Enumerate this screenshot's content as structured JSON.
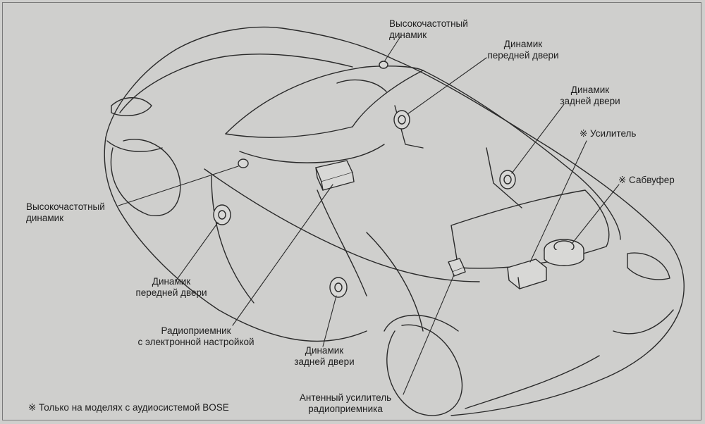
{
  "labels": {
    "tweeter_top": "Высокочастотный\nдинамик",
    "front_door_top": "Динамик\nпередней двери",
    "rear_door_top": "Динамик\nзадней двери",
    "amplifier": "※ Усилитель",
    "subwoofer": "※ Сабвуфер",
    "tweeter_left": "Высокочастотный\nдинамик",
    "front_door_left": "Динамик\nпередней двери",
    "radio": "Радиоприемник\nс электронной настройкой",
    "rear_door_bottom": "Динамик\nзадней двери",
    "antenna_amp": "Антенный усилитель\nрадиоприемника"
  },
  "footnote": "※  Только на моделях с аудиосистемой BOSE"
}
